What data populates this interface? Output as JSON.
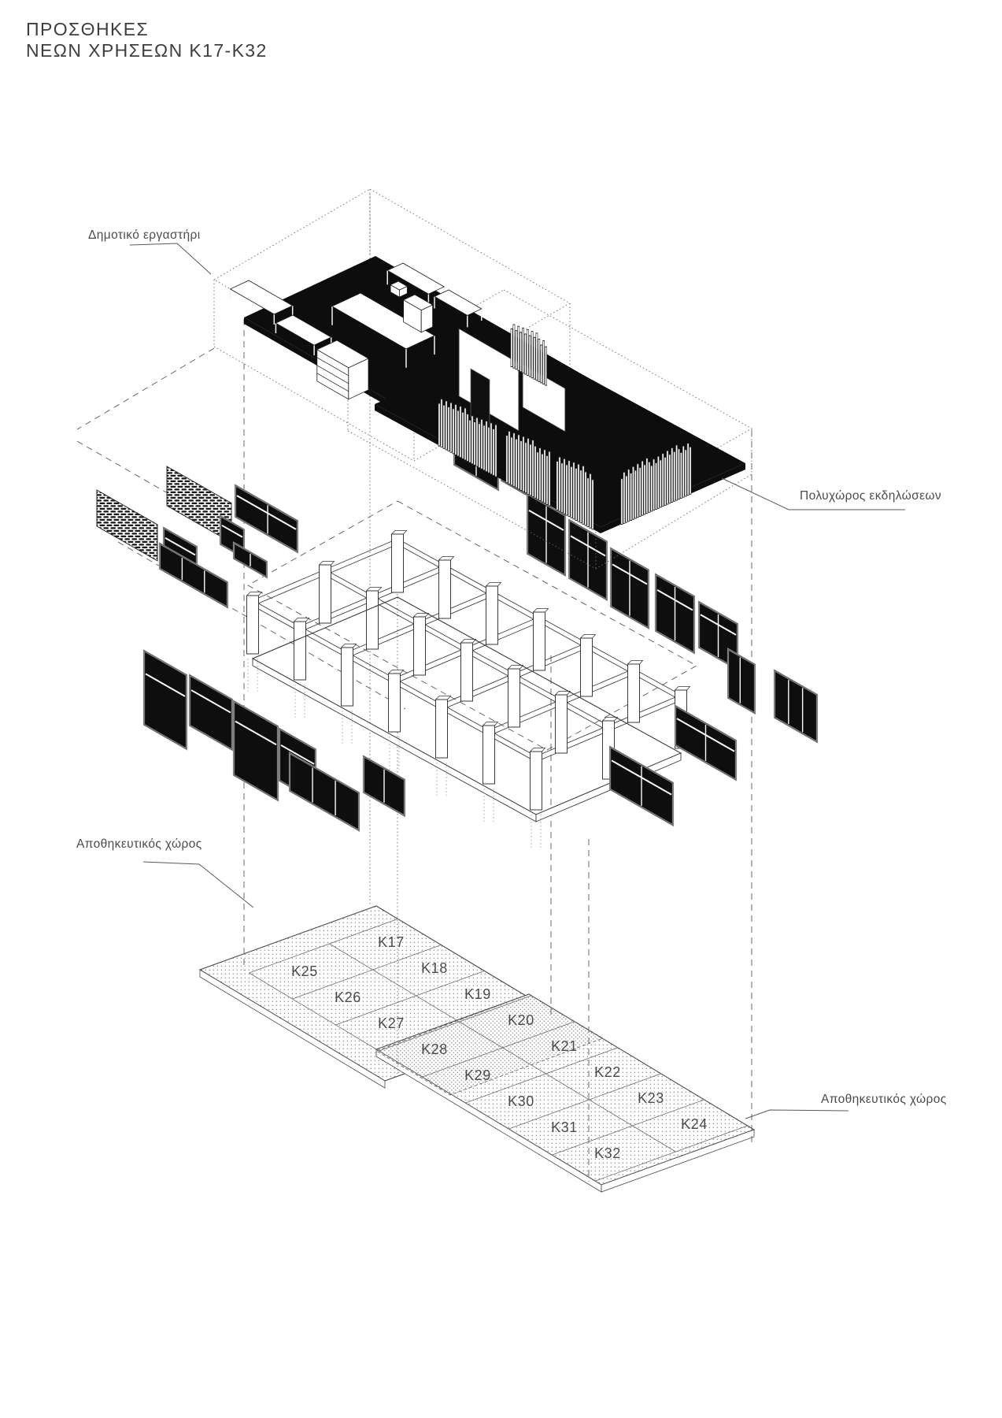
{
  "title": {
    "line1": "ΠΡΟΣΘΗΚΕΣ",
    "line2": "ΝΕΩΝ ΧΡΗΣΕΩΝ Κ17-Κ32"
  },
  "annotations": {
    "workshop": "Δημοτικό εργαστήρι",
    "event_hall": "Πολυχώρος εκδηλώσεων",
    "storage_left": "Αποθηκευτικός χώρος",
    "storage_right": "Αποθηκευτικός χώρος"
  },
  "storage_grid": {
    "cells": [
      "K17",
      "K18",
      "K19",
      "K20",
      "K21",
      "K22",
      "K23",
      "K24",
      "K25",
      "K26",
      "K27",
      "K28",
      "K29",
      "K30",
      "K31",
      "K32"
    ]
  },
  "colors": {
    "ink": "#3e3e3e",
    "floor_black": "#0d0d0d",
    "label_gray": "#4c4c4c",
    "line_gray": "#5a5a5a",
    "background": "#ffffff"
  }
}
